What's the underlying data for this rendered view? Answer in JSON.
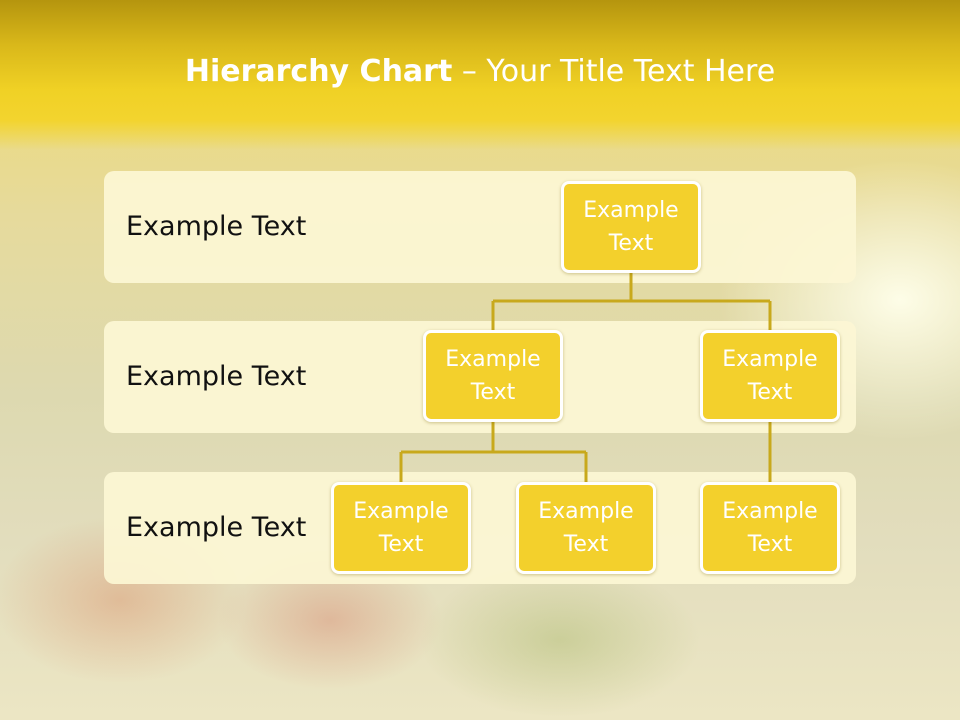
{
  "title": {
    "bold": "Hierarchy Chart",
    "rest": " – Your Title Text Here"
  },
  "bands": [
    {
      "label": "Example Text"
    },
    {
      "label": "Example Text"
    },
    {
      "label": "Example Text"
    }
  ],
  "nodes": {
    "root": "Example\nText",
    "level2_left": "Example\nText",
    "level2_right": "Example\nText",
    "level3_a": "Example\nText",
    "level3_b": "Example\nText",
    "level3_c": "Example\nText"
  },
  "colors": {
    "node_fill": "#f3d02c",
    "connector": "#c8a91c",
    "band_fill": "#fcf6d4",
    "title_bar": "#f0d125"
  }
}
